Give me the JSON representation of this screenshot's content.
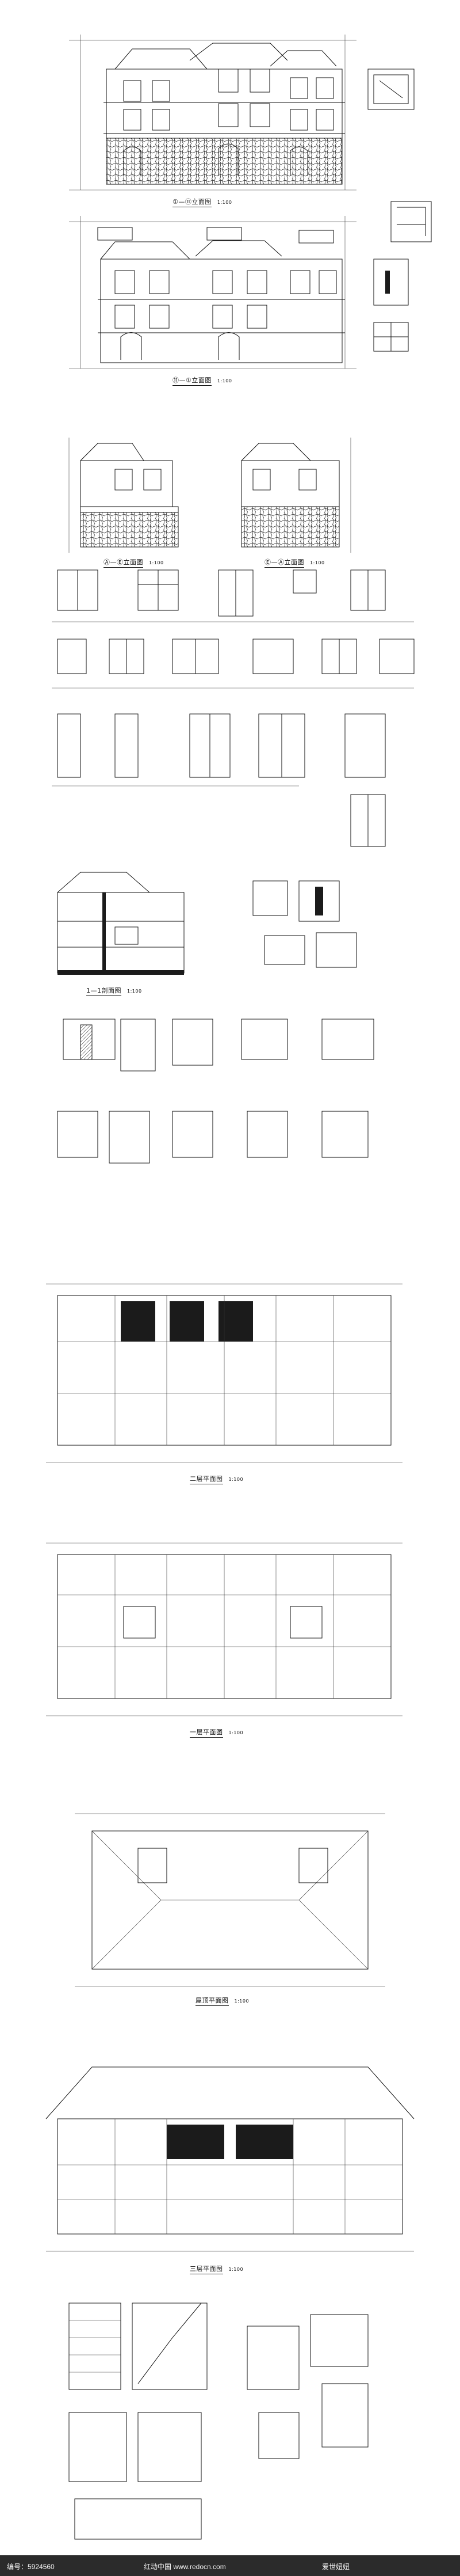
{
  "drawings": {
    "front_elevation": "①—⑪立面图",
    "rear_elevation": "⑪—①立面图",
    "side_elevation_a": "Ⓐ—Ⓔ立面图",
    "side_elevation_b": "Ⓔ—Ⓐ立面图",
    "section": "1—1剖面图",
    "plan_floor2": "二层平面图",
    "plan_floor1": "一层平面图",
    "plan_roof": "屋顶平面图",
    "plan_floor3": "三层平面图",
    "scale": "1:100"
  },
  "footer": {
    "id_label": "编号：5924560",
    "site": "红动中国 www.redocn.com",
    "publisher": "爱世妞妞"
  }
}
